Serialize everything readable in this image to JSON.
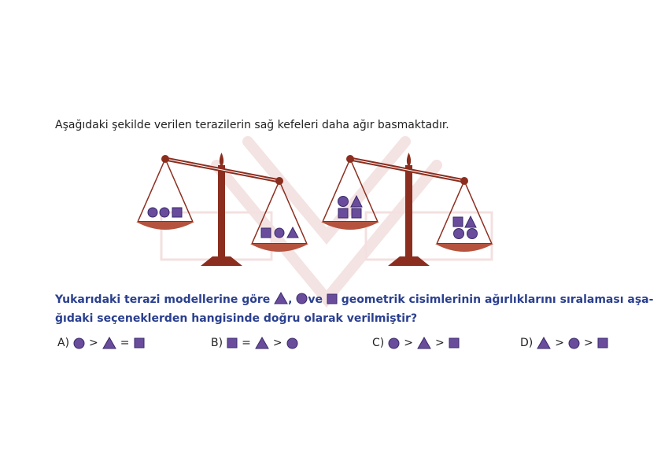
{
  "intro_text": "Aşağıdaki şekilde verilen terazilerin sağ kefeleri daha ağır basmaktadır.",
  "question": {
    "part1": "Yukarıdaki terazi modellerine göre",
    "comma": ",",
    "ve": "ve",
    "part2": "geometrik cisimlerinin ağırlıklarını sıralaması aşa-",
    "line2": "ğıdaki seçeneklerden hangisinde doğru olarak verilmiştir?"
  },
  "options": [
    {
      "label": "A)",
      "op1": ">",
      "op2": "="
    },
    {
      "label": "B)",
      "op1": "=",
      "op2": ">"
    },
    {
      "label": "C)",
      "op1": ">",
      "op2": ">"
    },
    {
      "label": "D)",
      "op1": ">",
      "op2": ">"
    }
  ],
  "colors": {
    "shape_fill": "#6a4c9c",
    "shape_stroke": "#3a2a6a",
    "scale": "#8b2e1f",
    "question_text": "#2a3f8f"
  }
}
